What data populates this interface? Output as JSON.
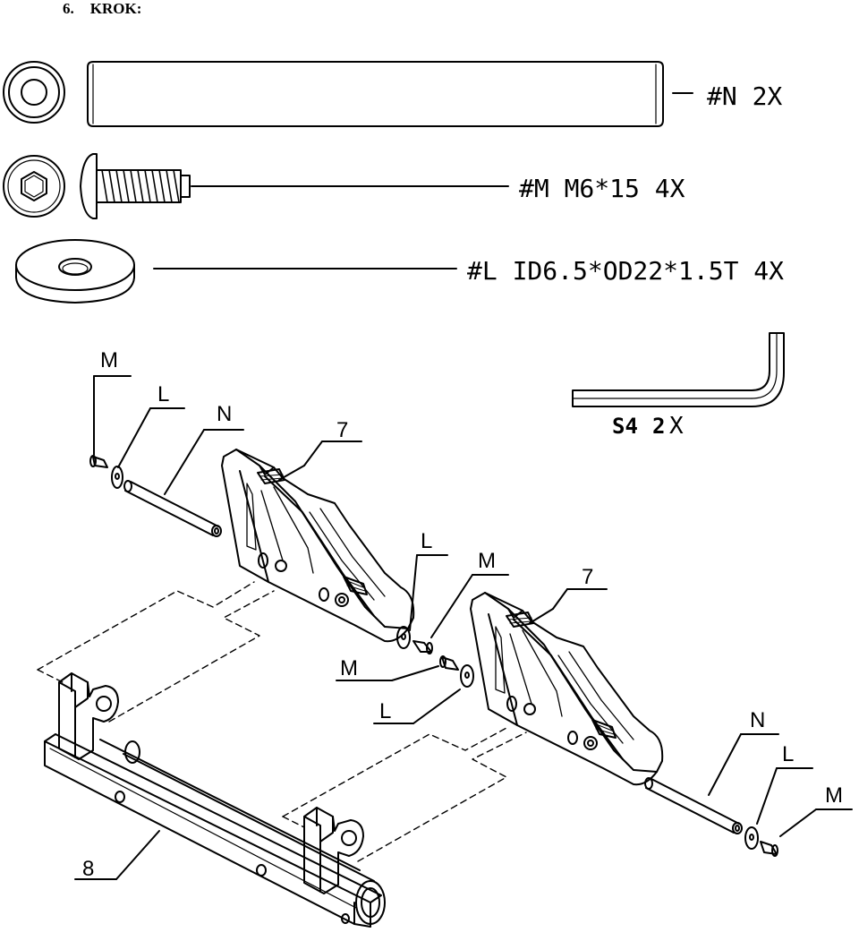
{
  "step": {
    "number": "6.",
    "title": "KROK:"
  },
  "parts": [
    {
      "id": "N",
      "text": "#N 2X"
    },
    {
      "id": "M",
      "text": "#M M6*15 4X"
    },
    {
      "id": "L",
      "text": "#L ID6.5*OD22*1.5T 4X"
    }
  ],
  "tool": {
    "name": "S4",
    "qty": "2",
    "x": "X"
  },
  "callouts": {
    "m1": "M",
    "l1": "L",
    "n1": "N",
    "seven1": "7",
    "l2": "L",
    "m2": "M",
    "seven2": "7",
    "m3": "M",
    "l3": "L",
    "n2": "N",
    "l4": "L",
    "m4": "M",
    "eight": "8"
  }
}
